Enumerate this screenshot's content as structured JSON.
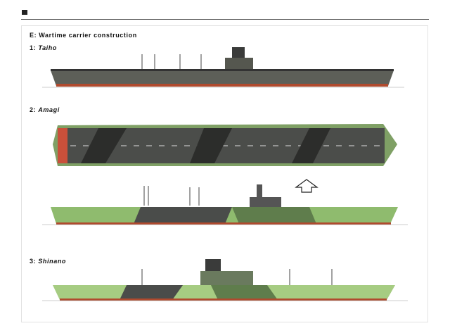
{
  "page": {
    "logo": "m",
    "plate_title": "E: Wartime carrier construction",
    "ships": [
      {
        "number": "1:",
        "name": "Taiho"
      },
      {
        "number": "2:",
        "name": "Amagi"
      },
      {
        "number": "3:",
        "name": "Shinano"
      }
    ]
  },
  "colors": {
    "dark_grey": "#4a4c4a",
    "green": "#9cc47a",
    "dark_green": "#5f7d4c",
    "red_waterline": "#b04a2e"
  }
}
